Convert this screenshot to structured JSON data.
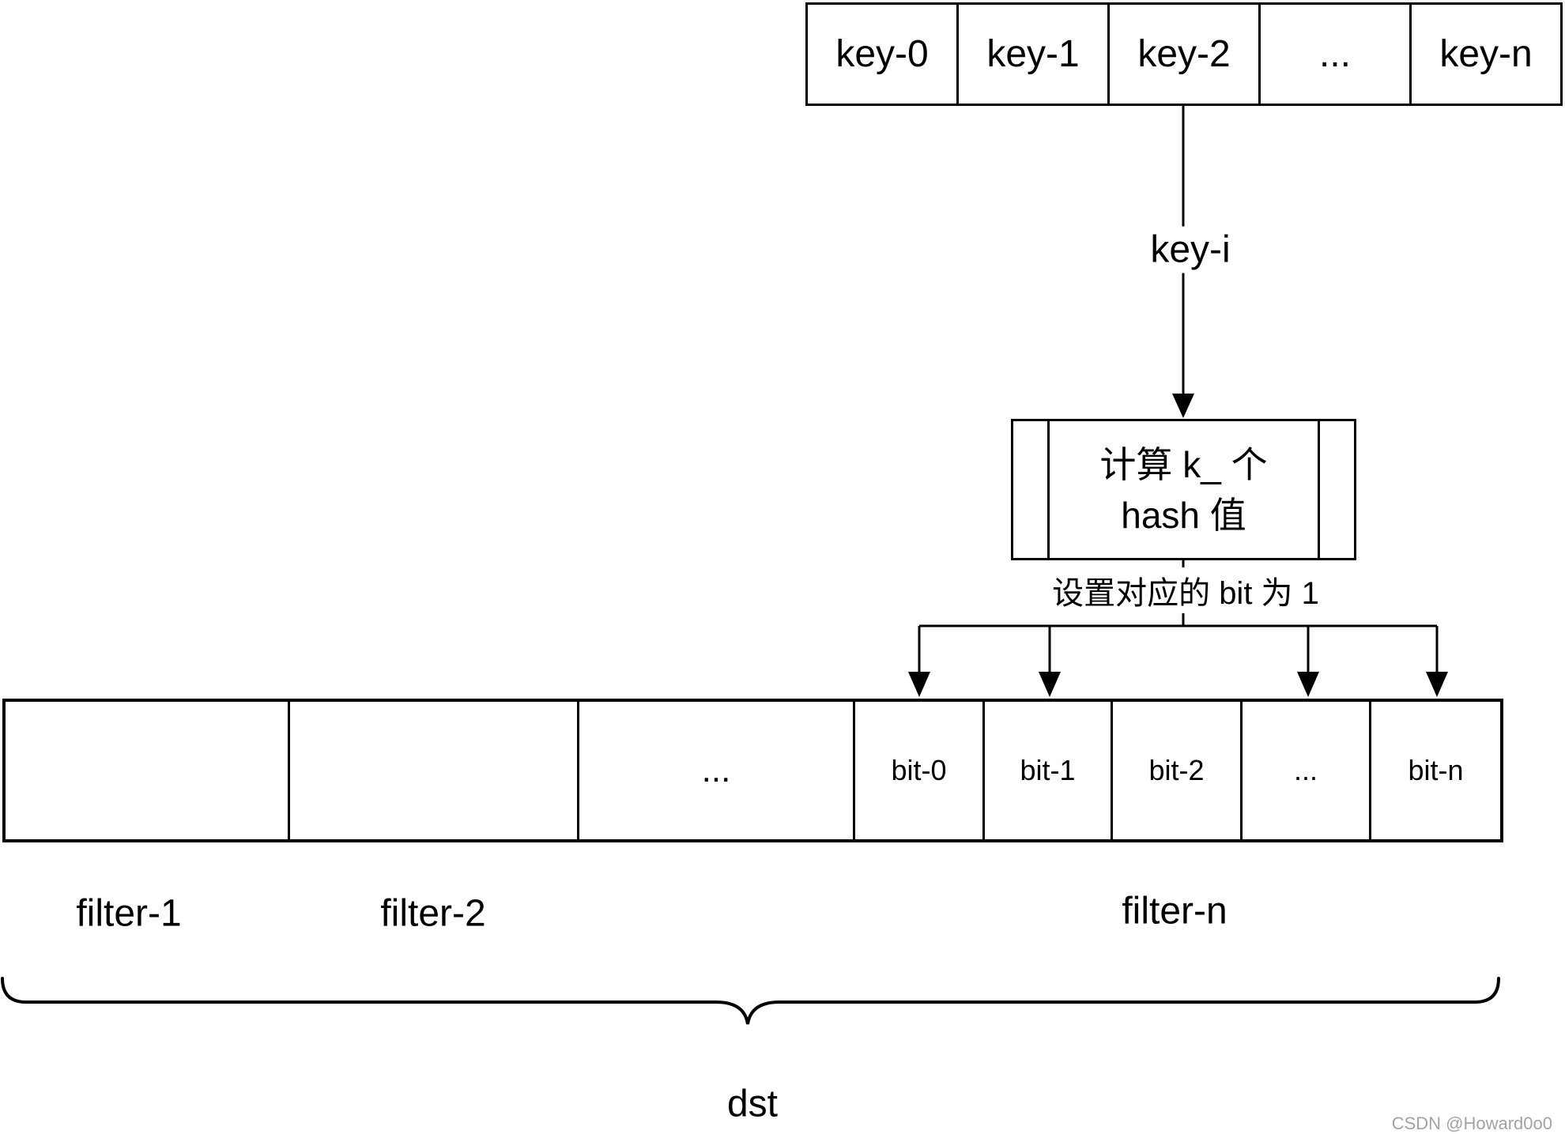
{
  "keys_row": {
    "cells": [
      "key-0",
      "key-1",
      "key-2",
      "...",
      "key-n"
    ]
  },
  "key_arrow": {
    "label": "key-i"
  },
  "hash_box": {
    "line1": "计算 k_ 个",
    "line2": "hash 值"
  },
  "set_bit": {
    "label": "设置对应的 bit 为 1"
  },
  "filters_row": {
    "cells": [
      "",
      "",
      "...",
      "bit-0",
      "bit-1",
      "bit-2",
      "...",
      "bit-n"
    ]
  },
  "filter_labels": {
    "filter1": "filter-1",
    "filter2": "filter-2",
    "filtern": "filter-n"
  },
  "brace": {
    "label": "dst"
  },
  "watermark": {
    "text": "CSDN @Howard0o0"
  },
  "colors": {
    "line": "#000000",
    "background": "#ffffff",
    "watermark_gray": "#a3a3a3"
  }
}
